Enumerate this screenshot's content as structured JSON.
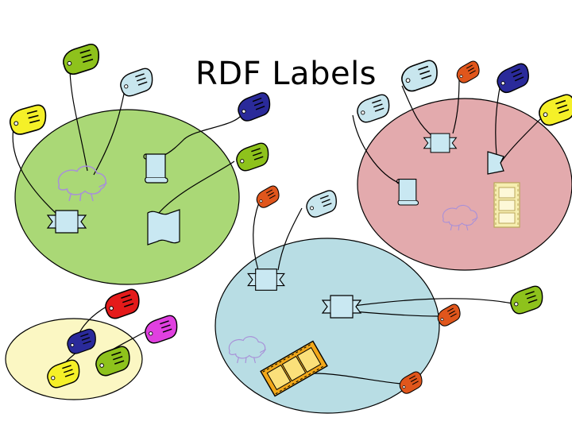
{
  "slide": {
    "title": "RDF Labels"
  },
  "colors": {
    "green_region": "#aad876",
    "pink_region": "#e3aaad",
    "blue_region": "#b8dde4",
    "yellow_region": "#fbf7c3",
    "tag_lightblue": "#c8e6ee",
    "tag_green": "#8ec21c",
    "tag_yellow": "#f5f028",
    "tag_navy": "#2a2a9a",
    "tag_orange": "#e0561c",
    "tag_red": "#e41a1a",
    "tag_magenta": "#e040e0",
    "scroll_fill": "#c9e8f2",
    "sheep_stroke": "#a890d8"
  },
  "regions": [
    {
      "name": "region-green",
      "color": "green_region"
    },
    {
      "name": "region-pink",
      "color": "pink_region"
    },
    {
      "name": "region-blue",
      "color": "blue_region"
    },
    {
      "name": "region-yellow",
      "color": "yellow_region"
    }
  ],
  "tags": [
    {
      "name": "tag-green-top",
      "color": "tag_green"
    },
    {
      "name": "tag-lightblue-top",
      "color": "tag_lightblue"
    },
    {
      "name": "tag-yellow-left",
      "color": "tag_yellow"
    },
    {
      "name": "tag-navy-right",
      "color": "tag_navy"
    },
    {
      "name": "tag-green-right",
      "color": "tag_green"
    },
    {
      "name": "tag-orange-center",
      "color": "tag_orange"
    },
    {
      "name": "tag-lightblue-center",
      "color": "tag_lightblue"
    },
    {
      "name": "tag-lightblue-pink-1",
      "color": "tag_lightblue"
    },
    {
      "name": "tag-lightblue-pink-2",
      "color": "tag_lightblue"
    },
    {
      "name": "tag-orange-pink",
      "color": "tag_orange"
    },
    {
      "name": "tag-navy-pink",
      "color": "tag_navy"
    },
    {
      "name": "tag-yellow-pink",
      "color": "tag_yellow"
    },
    {
      "name": "tag-green-bottom-right",
      "color": "tag_green"
    },
    {
      "name": "tag-orange-bottom-1",
      "color": "tag_orange"
    },
    {
      "name": "tag-orange-bottom-2",
      "color": "tag_orange"
    },
    {
      "name": "tag-red-yellow-region",
      "color": "tag_red"
    },
    {
      "name": "tag-magenta-yellow-region",
      "color": "tag_magenta"
    },
    {
      "name": "tag-navy-yellow-region",
      "color": "tag_navy"
    },
    {
      "name": "tag-green-yellow-region",
      "color": "tag_green"
    },
    {
      "name": "tag-yellow-yellow-region",
      "color": "tag_yellow"
    }
  ]
}
